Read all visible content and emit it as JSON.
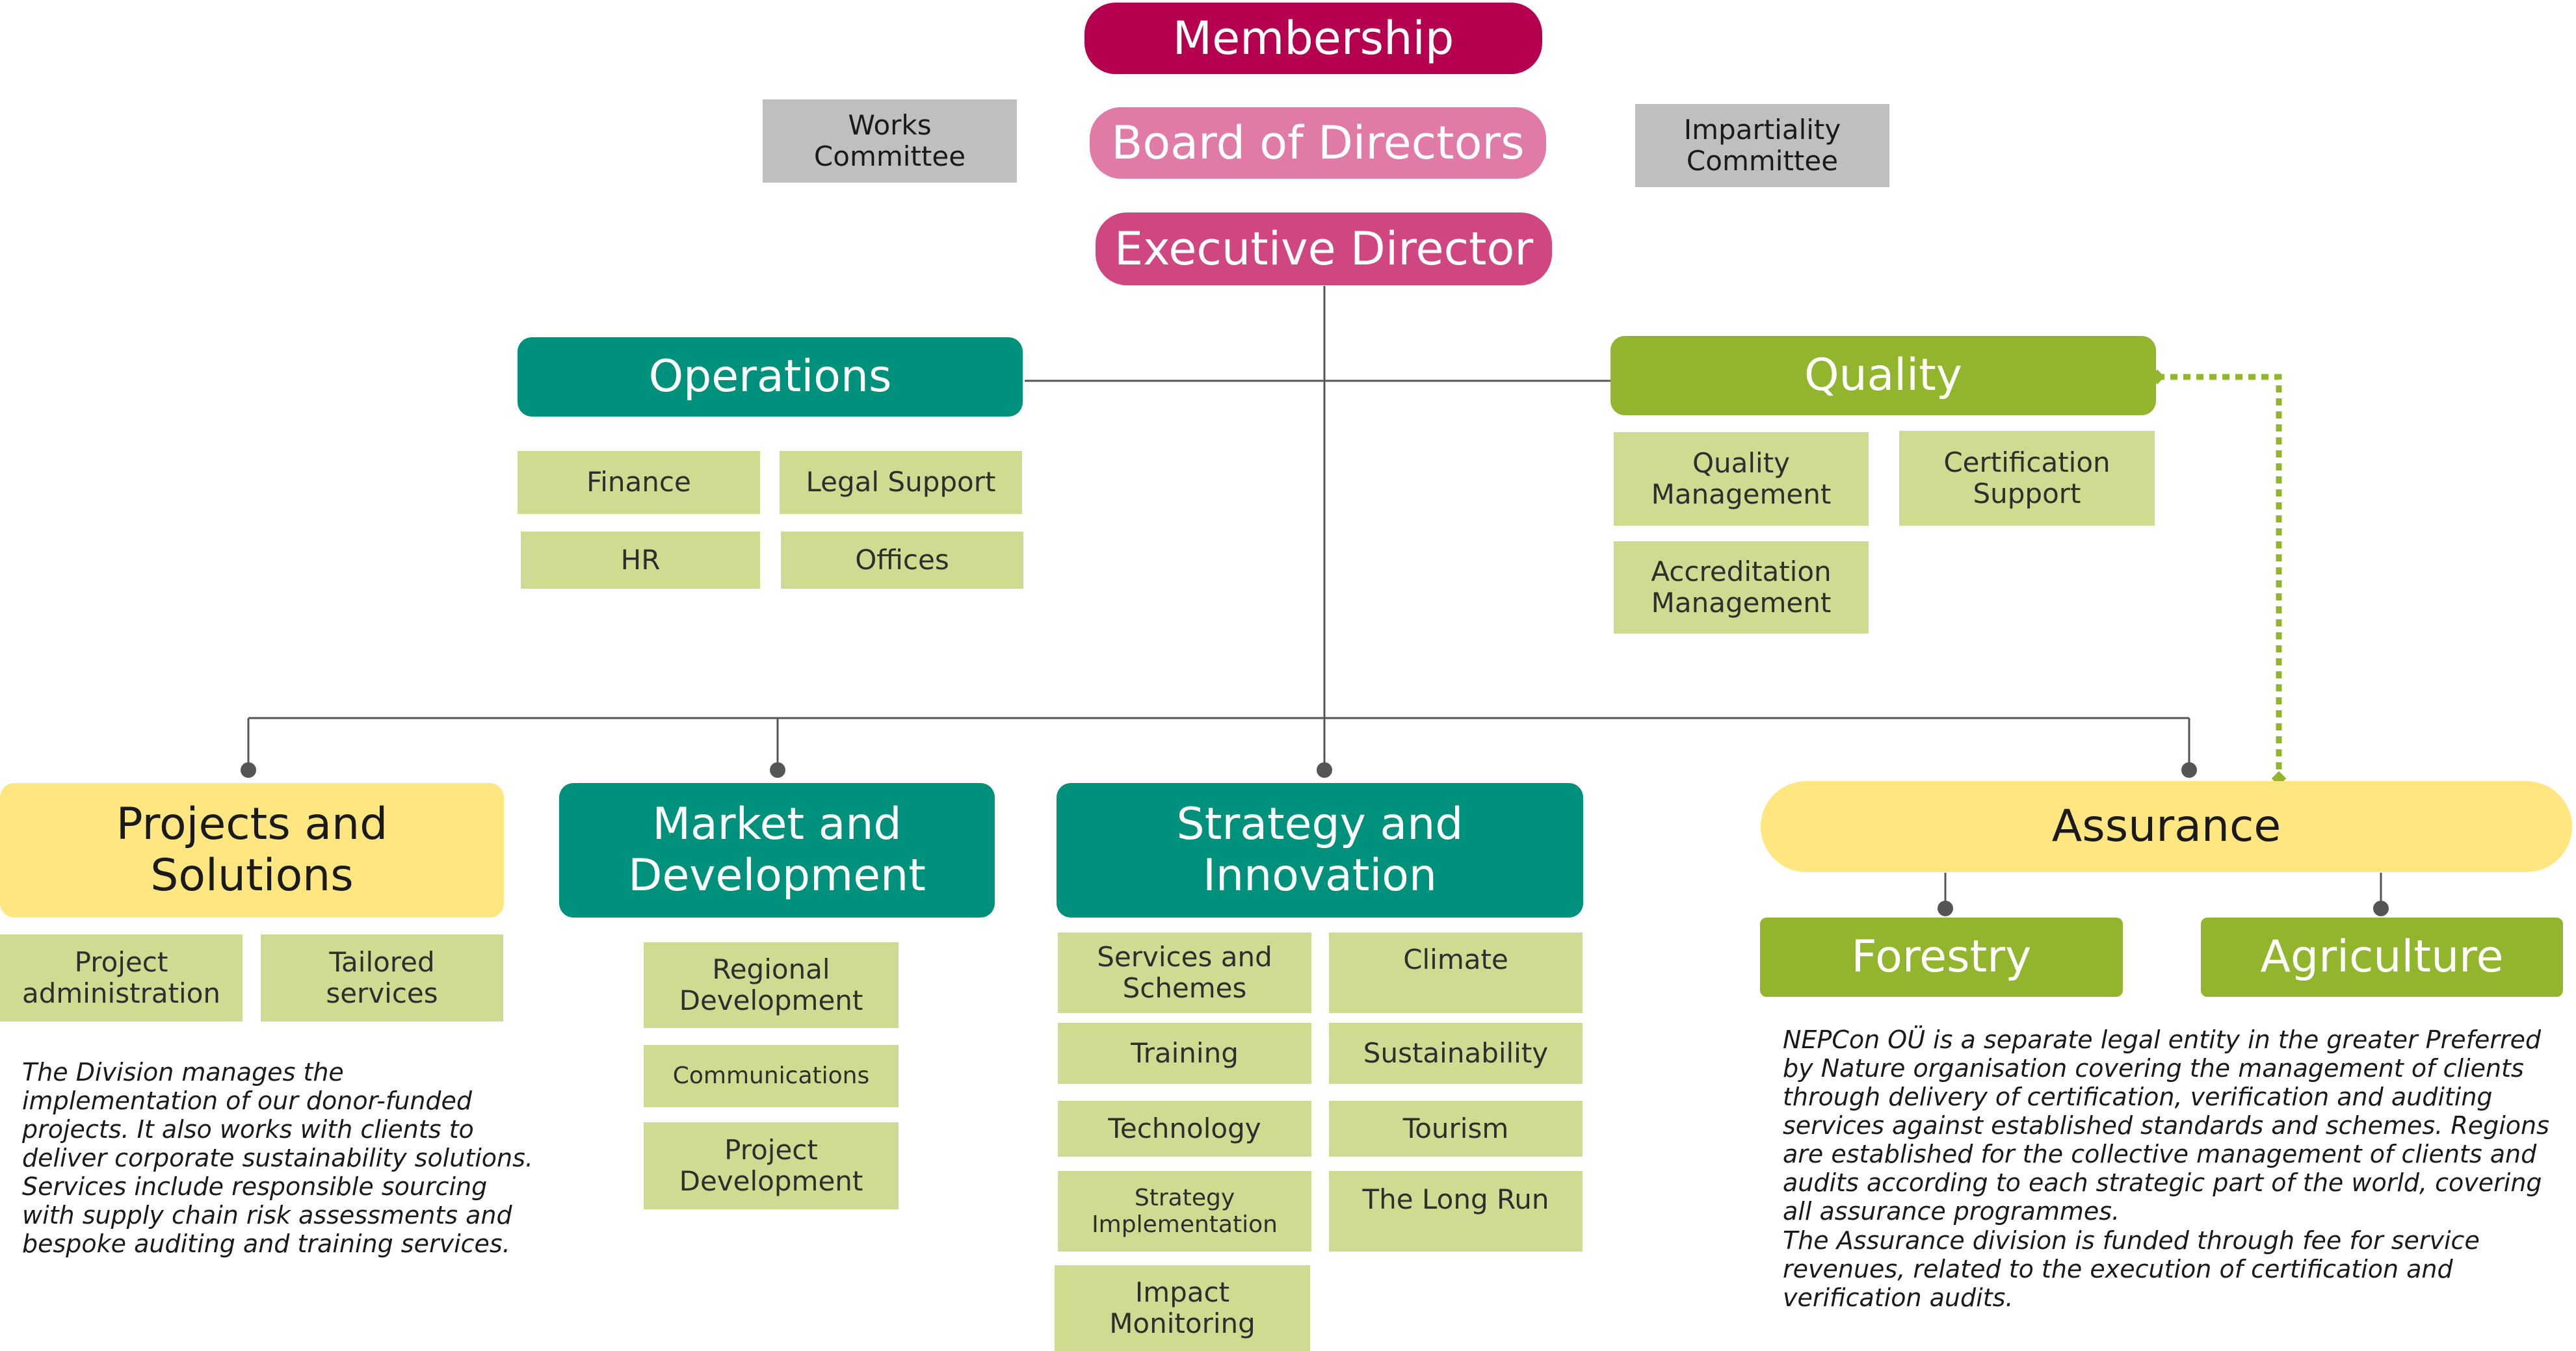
{
  "membership": "Membership",
  "board": "Board of Directors",
  "executive": "Executive Director",
  "works_committee": "Works Committee",
  "impartiality_committee": "Impartiality Committee",
  "operations": {
    "title": "Operations",
    "items": [
      "Finance",
      "Legal Support",
      "HR",
      "Offices"
    ]
  },
  "quality": {
    "title": "Quality",
    "items": [
      "Quality Management",
      "Certification Support",
      "Accreditation Management"
    ]
  },
  "projects": {
    "title": "Projects and Solutions",
    "items": [
      "Project administration",
      "Tailored services"
    ],
    "note_lead": "The Division",
    "note_text": " manages the implementation of our donor-funded projects. It also works with clients to deliver corporate sustainability solutions. Services include responsible sourcing with supply chain risk assessments and bespoke auditing and training services."
  },
  "market": {
    "title": "Market and Development",
    "items": [
      "Regional Development",
      "Communications",
      "Project Development"
    ]
  },
  "strategy": {
    "title": "Strategy and Innovation",
    "items": [
      "Services and Schemes",
      "Climate",
      "Training",
      "Sustainability",
      "Technology",
      "Tourism",
      "Strategy Implementation",
      "The Long Run",
      "Impact Monitoring"
    ]
  },
  "assurance": {
    "title": "Assurance",
    "forestry": "Forestry",
    "agriculture": "Agriculture",
    "note_lead": "NEPCon OÜ",
    "note_text": " is a separate legal entity in the greater Preferred by Nature organisation covering the management of clients through delivery of certification, verification and auditing services against established standards and schemes. Regions are established for the collective management of clients and audits according to each strategic part of the world, covering all assurance programmes.",
    "note_text2": "The Assurance division is funded through fee for service revenues, related to the execution of certification and verification audits."
  },
  "colors": {
    "membership": "#b5004f",
    "board": "#e07aa6",
    "executive": "#cf4681",
    "teal": "#00917c",
    "lime": "#93b52d",
    "light_green": "#cddc91",
    "yellow": "#ffe681",
    "grey": "#bfbfbf"
  }
}
